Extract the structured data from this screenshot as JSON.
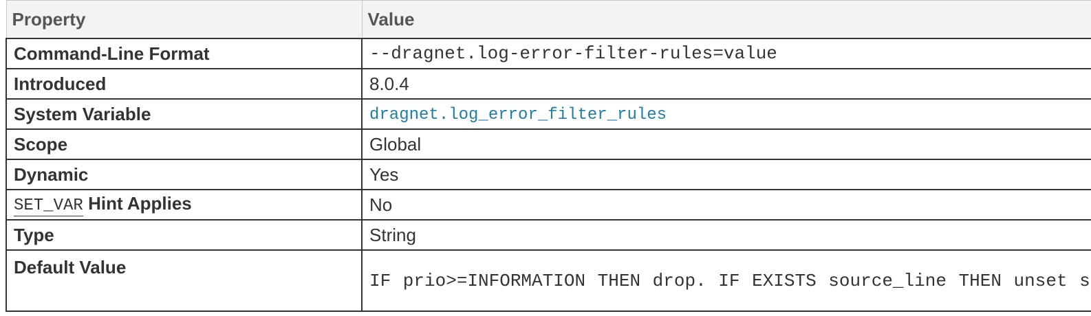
{
  "header": {
    "property": "Property",
    "value": "Value"
  },
  "rows": [
    {
      "label": "Command-Line Format",
      "value": "--dragnet.log-error-filter-rules=value"
    },
    {
      "label": "Introduced",
      "value": "8.0.4"
    },
    {
      "label": "System Variable",
      "value": "dragnet.log_error_filter_rules"
    },
    {
      "label": "Scope",
      "value": "Global"
    },
    {
      "label": "Dynamic",
      "value": "Yes"
    },
    {
      "label_code": "SET_VAR",
      "label": "Hint Applies",
      "value": "No"
    },
    {
      "label": "Type",
      "value": "String"
    },
    {
      "label": "Default Value",
      "value": "IF prio>=INFORMATION THEN drop. IF EXISTS source_line THEN unset source_line."
    }
  ],
  "colors": {
    "link": "#1e7ea8",
    "text": "#333333",
    "header_bg": "#f3f3f3"
  }
}
